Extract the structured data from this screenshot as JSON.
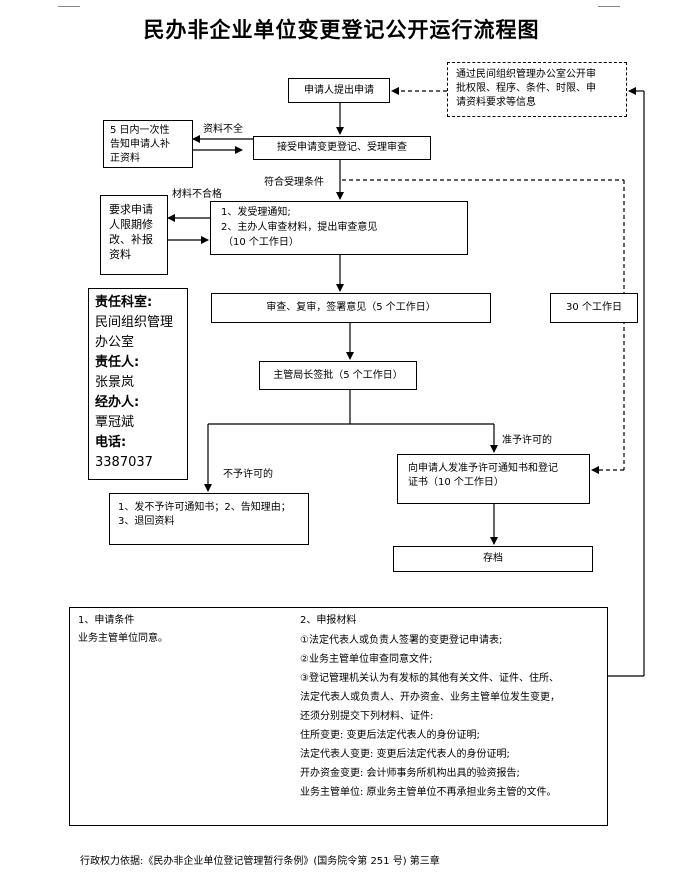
{
  "title": "民办非企业单位变更登记公开运行流程图",
  "nodes": {
    "publish": [
      "通过民间组织管理办公室公开审",
      "批权限、程序、条件、时限、申",
      "请资料要求等信息"
    ],
    "apply": "申请人提出申请",
    "accept": "接受申请变更登记、受理审查",
    "notify_once": [
      "5 日内一次性",
      "告知申请人补",
      "正资料"
    ],
    "require_fix": [
      "要求申请",
      "人限期修",
      "改、补报",
      "资料"
    ],
    "review_box": [
      "1、发受理通知;",
      "2、主办人审查材料，提出审查意见",
      "（10 个工作日）"
    ],
    "audit": "审查、复审，签署意见（5 个工作日）",
    "director": "主管局长签批（5 个工作日）",
    "grant": [
      "向申请人发准予许可通知书和登记",
      "证书（10 个工作日）"
    ],
    "deny": [
      "1、发不予许可通知书；2、告知理由；",
      "3、退回资料"
    ],
    "archive": "存档",
    "thirty_days": "30 个工作日"
  },
  "edge_labels": {
    "incomplete": "资料不全",
    "unqualified": "材料不合格",
    "accepted": "符合受理条件",
    "approved": "准予许可的",
    "rejected": "不予许可的"
  },
  "responsibility": {
    "dept_label": "责任科室:",
    "dept": [
      "民间组织管理",
      "办公室"
    ],
    "person_label": "责任人:",
    "person": "张景岚",
    "handler_label": "经办人:",
    "handler": "覃冠斌",
    "phone_label": "电话:",
    "phone": "3387037"
  },
  "requirements": {
    "col1_title": "1、申请条件",
    "col1_text": "业务主管单位同意。",
    "col2_title": "2、申报材料",
    "col2_lines": [
      "①法定代表人或负责人签署的变更登记申请表;",
      "②业务主管单位审查同意文件;",
      "③登记管理机关认为有发标的其他有关文件、证件、住所、",
      "法定代表人或负责人、开办资金、业务主管单位发生变更，",
      "还须分别提交下列材料、证件:",
      "住所变更: 变更后法定代表人的身份证明;",
      "法定代表人变更: 变更后法定代表人的身份证明;",
      "开办资金变更: 会计师事务所机构出具的验资报告;",
      "业务主管单位: 原业务主管单位不再承担业务主管的文件。"
    ]
  },
  "footer": "行政权力依据:《民办非企业单位登记管理暂行条例》(国务院令第 251 号) 第三章"
}
